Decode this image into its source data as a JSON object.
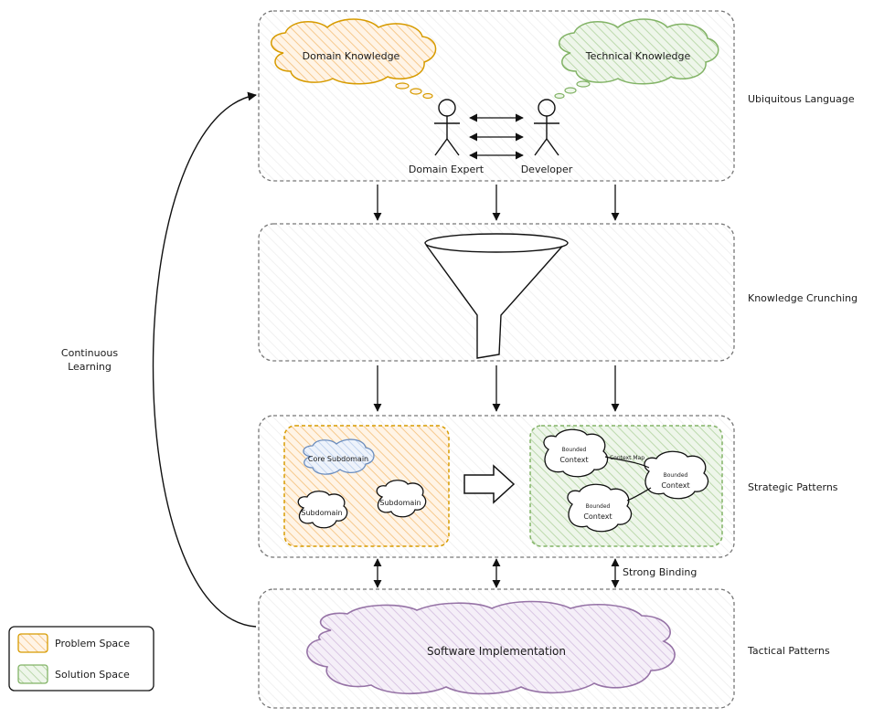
{
  "layers": {
    "ubiquitous_language": "Ubiquitous Language",
    "knowledge_crunching": "Knowledge Crunching",
    "strategic_patterns": "Strategic Patterns",
    "tactical_patterns": "Tactical Patterns"
  },
  "people": {
    "domain_expert": "Domain Expert",
    "developer": "Developer"
  },
  "thoughts": {
    "domain_knowledge": "Domain Knowledge",
    "technical_knowledge": "Technical Knowledge"
  },
  "problem_space": {
    "core_subdomain": "Core Subdomain",
    "subdomain_1": "Subdomain",
    "subdomain_2": "Subdomain"
  },
  "solution_space": {
    "bc1_line1": "Bounded",
    "bc1_line2": "Context",
    "bc2_line1": "Bounded",
    "bc2_line2": "Context",
    "bc3_line1": "Bounded",
    "bc3_line2": "Context",
    "context_map": "Context Map"
  },
  "strong_binding": "Strong Binding",
  "software_implementation": "Software Implementation",
  "continuous_learning_line1": "Continuous",
  "continuous_learning_line2": "Learning",
  "legend": {
    "problem_space": "Problem Space",
    "solution_space": "Solution Space"
  },
  "colors": {
    "problem": "#d79b00",
    "problem_fill": "#ffe6cc",
    "solution": "#82b366",
    "solution_fill": "#d5e8d4",
    "core": "#6c8ebf",
    "core_fill": "#dae8fc",
    "software": "#9673a6",
    "software_fill": "#e1d5e7"
  }
}
